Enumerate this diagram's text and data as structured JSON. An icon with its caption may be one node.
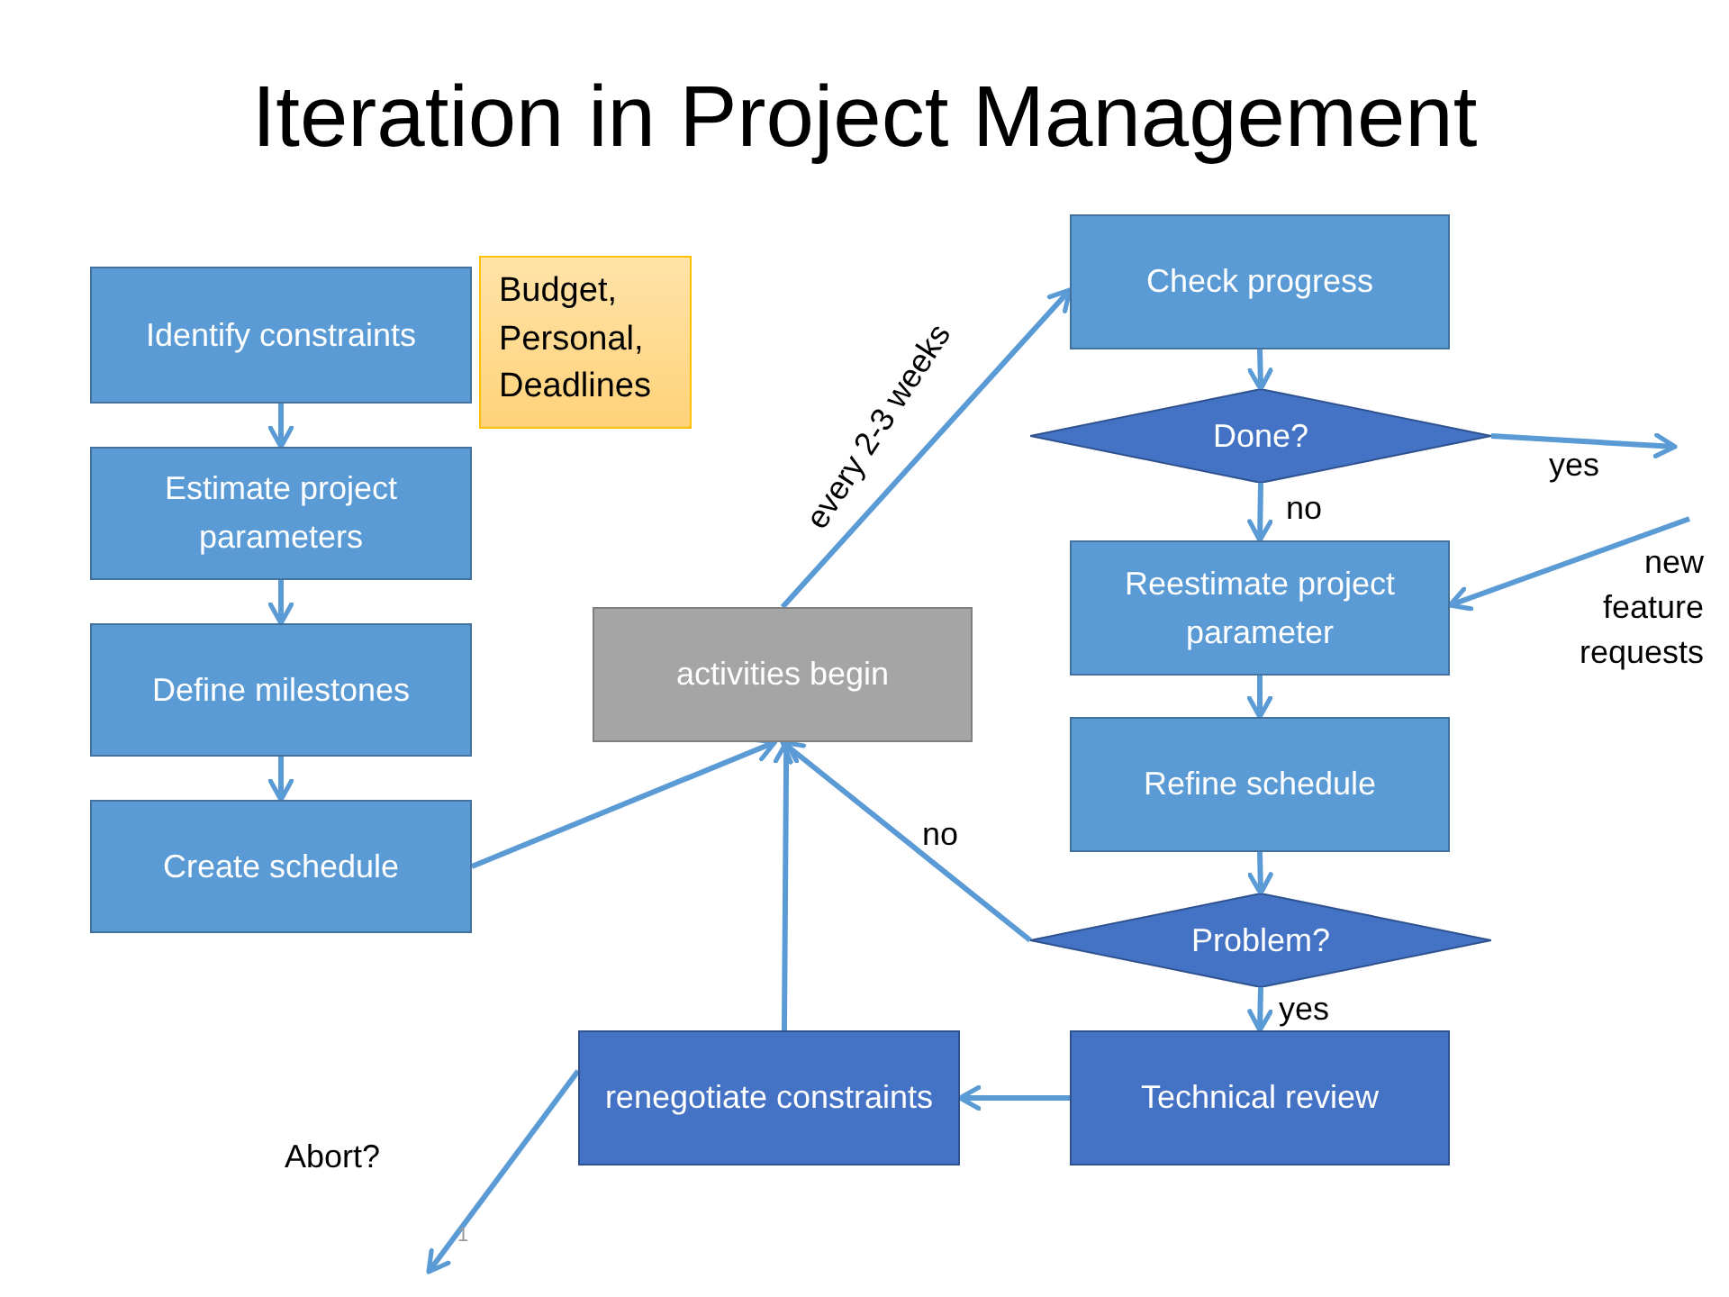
{
  "diagram": {
    "title": "Iteration in Project Management",
    "nodes": [
      {
        "text": [
          "Identify constraints"
        ]
      },
      {
        "text": [
          "Budget, Personal, Deadlines"
        ]
      },
      {
        "text": [
          "Estimate project parameters"
        ]
      },
      {
        "text": [
          "Define milestones"
        ]
      },
      {
        "text": [
          "Create schedule"
        ]
      },
      {
        "text": [
          "activities begin"
        ]
      },
      {
        "text": [
          "Check progress"
        ]
      },
      {
        "text": [
          "Done?"
        ]
      },
      {
        "text": [
          "Reestimate project parameter"
        ]
      },
      {
        "text": [
          "Refine schedule"
        ]
      },
      {
        "text": [
          "Problem?"
        ]
      },
      {
        "text": [
          "Technical review"
        ]
      },
      {
        "text": [
          "renegotiate constraints"
        ]
      }
    ],
    "edges": [
      {
        "from": 0,
        "to": 2,
        "arrow": "to"
      },
      {
        "from": 2,
        "to": 3,
        "arrow": "to"
      },
      {
        "from": 3,
        "to": 4,
        "arrow": "to"
      },
      {
        "from": 4,
        "to": 5,
        "arrow": "to"
      },
      {
        "from": 5,
        "to": 6,
        "arrow": "to",
        "label": "every 2-3 weeks"
      },
      {
        "from": 6,
        "to": 7,
        "arrow": "to"
      },
      {
        "from": 7,
        "to": null,
        "arrow": "to",
        "label": "yes"
      },
      {
        "from": 7,
        "to": 8,
        "arrow": "to",
        "label": "no"
      },
      {
        "from": null,
        "to": 8,
        "arrow": "to",
        "label": "new feature requests"
      },
      {
        "from": 8,
        "to": 9,
        "arrow": "to"
      },
      {
        "from": 9,
        "to": 10,
        "arrow": "to"
      },
      {
        "from": 10,
        "to": 5,
        "arrow": "to",
        "label": "no"
      },
      {
        "from": 10,
        "to": 11,
        "arrow": "to",
        "label": "yes"
      },
      {
        "from": 11,
        "to": 12,
        "arrow": "to"
      },
      {
        "from": 12,
        "to": 5,
        "arrow": "to"
      },
      {
        "from": 12,
        "to": null,
        "arrow": "to",
        "label": "Abort?"
      }
    ],
    "labels": [
      "1"
    ]
  }
}
